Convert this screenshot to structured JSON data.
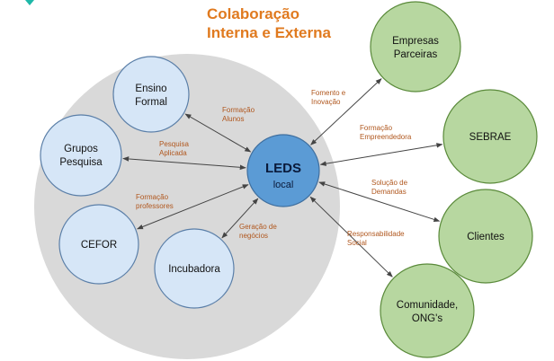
{
  "title": {
    "line1": "Colaboração",
    "line2": "Interna e Externa"
  },
  "hub": {
    "line1": "LEDS",
    "line2": "local"
  },
  "internal_nodes": [
    {
      "id": "ensino-formal",
      "lines": [
        "Ensino",
        "Formal"
      ]
    },
    {
      "id": "grupos-pesquisa",
      "lines": [
        "Grupos",
        "Pesquisa"
      ]
    },
    {
      "id": "cefor",
      "lines": [
        "CEFOR"
      ]
    },
    {
      "id": "incubadora",
      "lines": [
        "Incubadora"
      ]
    }
  ],
  "external_nodes": [
    {
      "id": "empresas-parceiras",
      "lines": [
        "Empresas",
        "Parceiras"
      ]
    },
    {
      "id": "sebrae",
      "lines": [
        "SEBRAE"
      ]
    },
    {
      "id": "clientes",
      "lines": [
        "Clientes"
      ]
    },
    {
      "id": "comunidade-ongs",
      "lines": [
        "Comunidade,",
        "ONG's"
      ]
    }
  ],
  "edge_labels": [
    {
      "id": "formacao-alunos",
      "lines": [
        "Formação",
        "Alunos"
      ]
    },
    {
      "id": "pesquisa-aplicada",
      "lines": [
        "Pesquisa",
        "Aplicada"
      ]
    },
    {
      "id": "formacao-professores",
      "lines": [
        "Formação",
        "professores"
      ]
    },
    {
      "id": "geracao-negocios",
      "lines": [
        "Geração  de",
        "negócios"
      ]
    },
    {
      "id": "fomento-inovacao",
      "lines": [
        "Fomento e",
        "Inovação"
      ]
    },
    {
      "id": "formacao-empreendedora",
      "lines": [
        "Formação",
        "Empreendedora"
      ]
    },
    {
      "id": "solucao-demandas",
      "lines": [
        "Solução de",
        "Demandas"
      ]
    },
    {
      "id": "responsabilidade-social",
      "lines": [
        "Responsabilidade",
        "Social"
      ]
    }
  ],
  "colors": {
    "title": "#e07a1f",
    "internal_region": "#d9d9d9",
    "internal_node": "#d6e6f7",
    "internal_node_stroke": "#5b7fa8",
    "hub_fill": "#5b9bd5",
    "external_node": "#b7d7a0",
    "external_node_stroke": "#5a8a3a",
    "edge_label": "#b0571e",
    "arrow": "#444444"
  }
}
